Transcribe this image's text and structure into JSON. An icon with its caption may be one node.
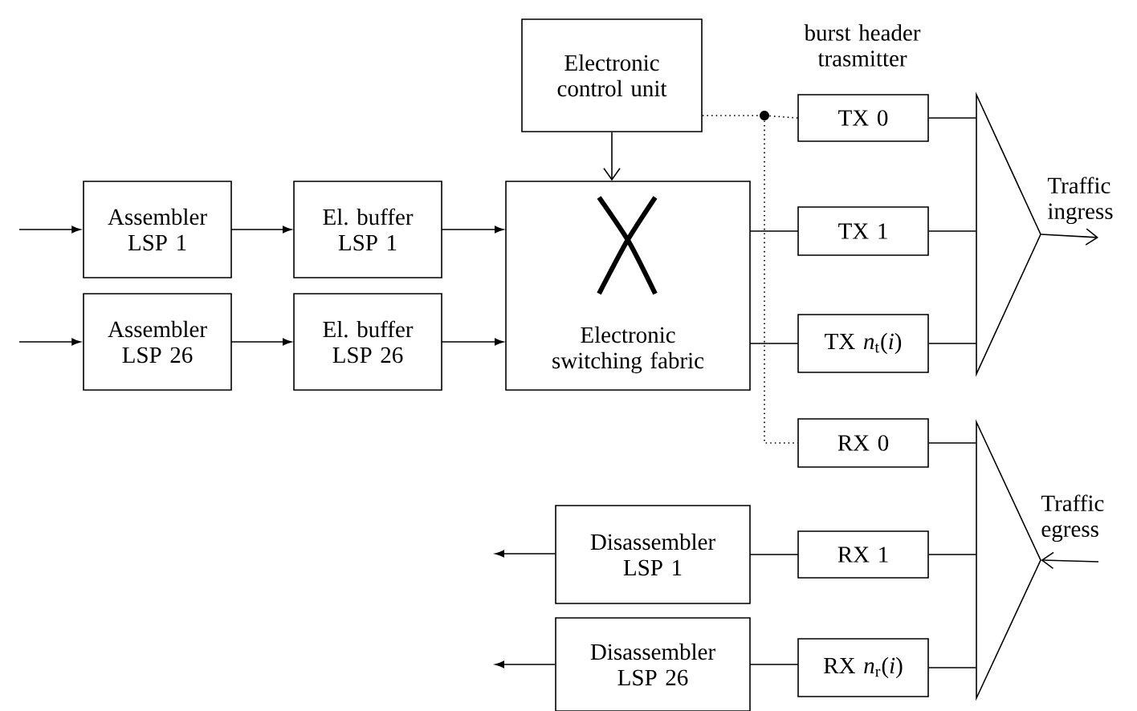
{
  "diagram": {
    "nodes": [
      {
        "text": [
          "Electronic control unit"
        ]
      },
      {
        "text": [
          "Assembler LSP 1"
        ]
      },
      {
        "text": [
          "Assembler LSP 26"
        ]
      },
      {
        "text": [
          "El. buffer LSP 1"
        ]
      },
      {
        "text": [
          "El. buffer LSP 26"
        ]
      },
      {
        "text": [
          "Electronic switching fabric"
        ]
      },
      {
        "text": [
          "TX 0"
        ],
        "beside": [
          "burst header trasmitter"
        ]
      },
      {
        "text": [
          "TX 1"
        ]
      },
      {
        "text": [
          "TX *n*$_{t}$(*i*)"
        ]
      },
      {
        "text": [],
        "shape": "triangle",
        "beside": [
          "Traffic ingress"
        ]
      },
      {
        "text": [],
        "shape": "dot"
      },
      {
        "text": [
          "RX 0"
        ]
      },
      {
        "text": [
          "RX 1"
        ]
      },
      {
        "text": [
          "RX *n*$_{r}$(*i*)"
        ]
      },
      {
        "text": [
          "Disassembler LSP 1"
        ]
      },
      {
        "text": [
          "Disassembler LSP 26"
        ]
      },
      {
        "text": [],
        "shape": "triangle",
        "beside": [
          "Traffic egress"
        ]
      }
    ],
    "edges": [
      {
        "from": null,
        "to": 1,
        "arrow": "to"
      },
      {
        "from": null,
        "to": 2,
        "arrow": "to"
      },
      {
        "from": 1,
        "to": 3,
        "arrow": "to"
      },
      {
        "from": 2,
        "to": 4,
        "arrow": "to"
      },
      {
        "from": 3,
        "to": 5,
        "arrow": "to"
      },
      {
        "from": 4,
        "to": 5,
        "arrow": "to"
      },
      {
        "from": 0,
        "to": 5,
        "arrow": "to"
      },
      {
        "from": 5,
        "to": 7,
        "arrow": "none"
      },
      {
        "from": 5,
        "to": 8,
        "arrow": "none"
      },
      {
        "from": 6,
        "to": 9,
        "arrow": "none"
      },
      {
        "from": 7,
        "to": 9,
        "arrow": "none"
      },
      {
        "from": 8,
        "to": 9,
        "arrow": "none"
      },
      {
        "from": 9,
        "to": null,
        "arrow": "to"
      },
      {
        "from": 0,
        "to": 10,
        "arrow": "none",
        "style": "dashed"
      },
      {
        "from": 10,
        "to": 6,
        "arrow": "none",
        "style": "dashed"
      },
      {
        "from": 10,
        "to": 11,
        "arrow": "none",
        "style": "dashed"
      },
      {
        "from": 11,
        "to": 16,
        "arrow": "none"
      },
      {
        "from": 12,
        "to": 16,
        "arrow": "none"
      },
      {
        "from": 13,
        "to": 16,
        "arrow": "none"
      },
      {
        "from": null,
        "to": 16,
        "arrow": "to"
      },
      {
        "from": 12,
        "to": 14,
        "arrow": "none"
      },
      {
        "from": 13,
        "to": 15,
        "arrow": "none"
      },
      {
        "from": 14,
        "to": null,
        "arrow": "to"
      },
      {
        "from": 15,
        "to": null,
        "arrow": "to"
      }
    ]
  }
}
